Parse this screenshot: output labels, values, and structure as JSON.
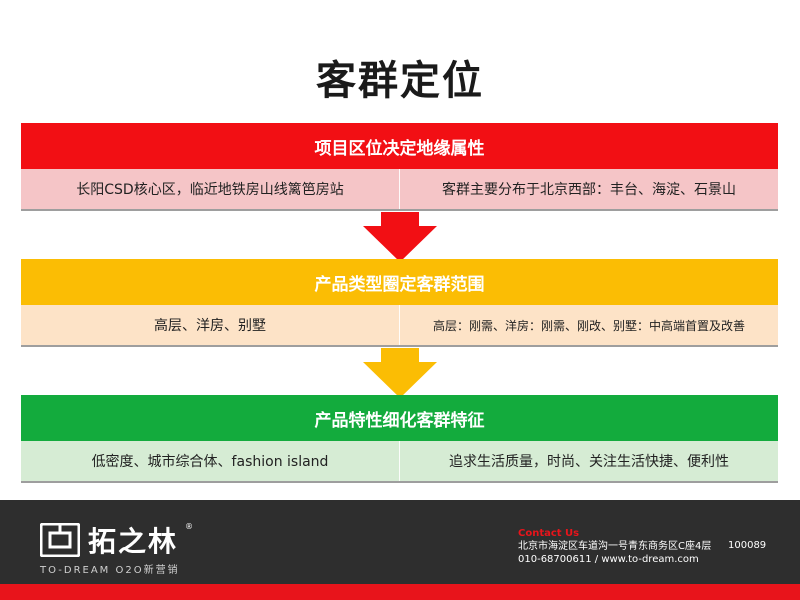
{
  "title": "客群定位",
  "sections": [
    {
      "header": "项目区位决定地缘属性",
      "left": "长阳CSD核心区，临近地铁房山线篱笆房站",
      "right": "客群主要分布于北京西部：丰台、海淀、石景山"
    },
    {
      "header": "产品类型圈定客群范围",
      "left": "高层、洋房、别墅",
      "right": "高层：刚需、洋房：刚需、刚改、别墅：中高端首置及改善"
    },
    {
      "header": "产品特性细化客群特征",
      "left": "低密度、城市综合体、fashion island",
      "right": "追求生活质量，时尚、关注生活快捷、便利性"
    }
  ],
  "footer": {
    "brand": "拓之林",
    "brand_sub": "TO-DREAM O2O新营销",
    "reg_mark": "®",
    "contact_title": "Contact Us",
    "address": "北京市海淀区车道沟一号青东商务区C座4层",
    "postal_code": "100089",
    "phone_web": "010-68700611 / www.to-dream.com"
  },
  "colors": {
    "red": "#f20f14",
    "yellow": "#fbbd04",
    "green": "#13ab3d",
    "footer_bg": "#2e2e2e"
  }
}
